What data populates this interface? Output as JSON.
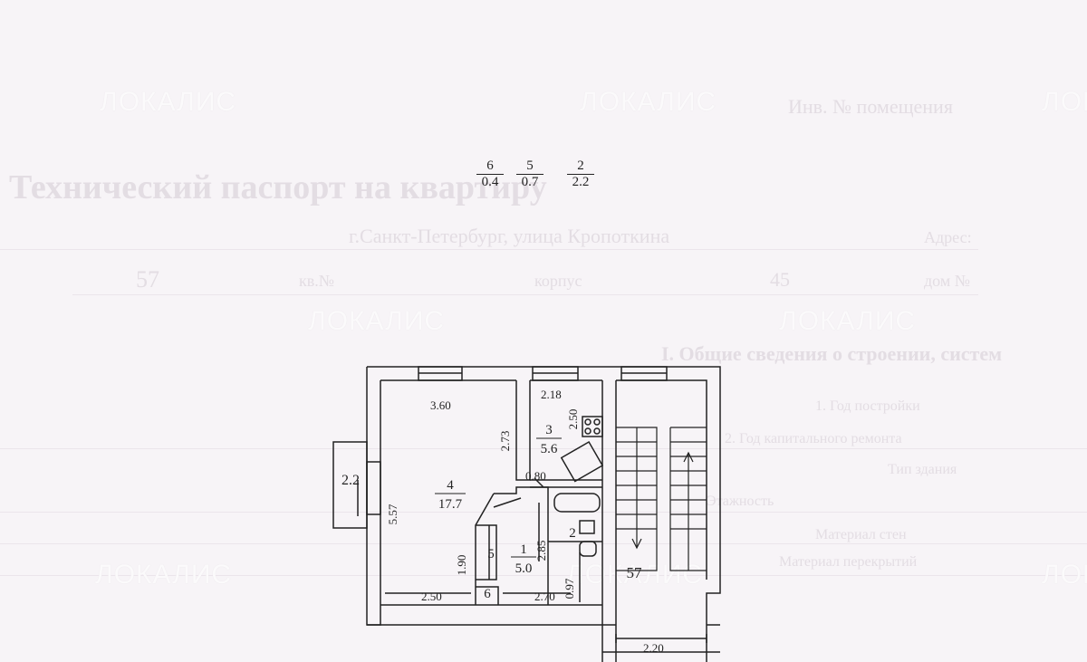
{
  "header": {
    "inventory_no": "Инв. № помещения",
    "title": "Технический паспорт на квартиру",
    "address_label": "Адрес:",
    "address_value": "г.Санкт-Петербург, улица Кропоткина",
    "house_label": "дом №",
    "house_value": "45",
    "korpus_label": "корпус",
    "apt_label": "кв.№",
    "apt_value": "57",
    "section": "I. Общие сведения о строении, систем",
    "ghost_lines": [
      "1. Год постройки",
      "2. Год капитального ремонта",
      "Тип здания",
      "Этажность",
      "Материал стен",
      "Материал перекрытий"
    ]
  },
  "watermarks": [
    "ЛОКАЛИС",
    "ЛОКАЛИС",
    "ЛОКАЛИС",
    "ЛОКАЛИС",
    "ЛОКАЛИС",
    "ЛОКАЛИС",
    "ЛОКАЛИС",
    "ЛОКАЛИС"
  ],
  "legend_fractions": [
    {
      "num": "6",
      "den": "0.4"
    },
    {
      "num": "5",
      "den": "0.7"
    },
    {
      "num": "2",
      "den": "2.2"
    }
  ],
  "plan": {
    "rooms": [
      {
        "num": "4",
        "area": "17.7"
      },
      {
        "num": "3",
        "area": "5.6"
      },
      {
        "num": "1",
        "area": "5.0"
      }
    ],
    "small_rooms": [
      "2",
      "5",
      "6"
    ],
    "balcony_area": "2.2",
    "apartment_no": "57",
    "dimensions": {
      "room4_width": "3.60",
      "room4_depth": "5.57",
      "room4_inner": "2.73",
      "room3_width": "2.18",
      "room3_depth": "2.50",
      "door_width": "0.80",
      "hall_depth": "2.85",
      "closet_depth": "1.90",
      "bottom_left": "2.50",
      "bottom_mid": "2.70",
      "bottom_small": "0.97",
      "stair_width": "2.20"
    }
  }
}
